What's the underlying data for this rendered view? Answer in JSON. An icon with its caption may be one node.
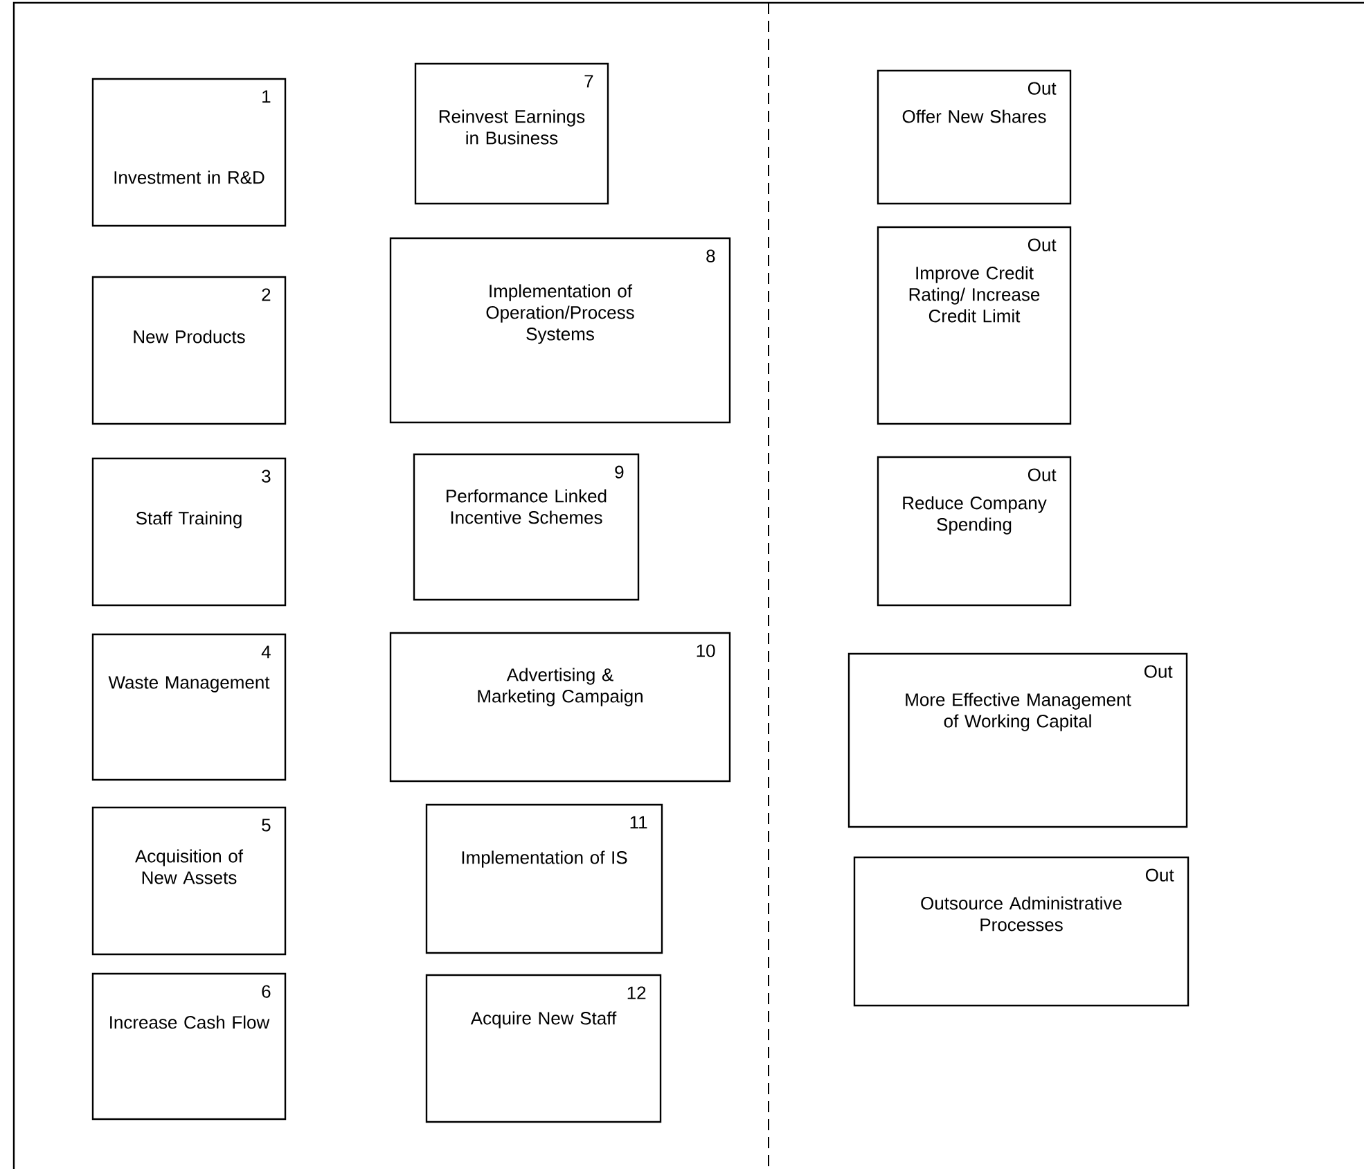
{
  "diagram": {
    "nodes": [
      {
        "text": [
          "1",
          "Investment in R&D"
        ]
      },
      {
        "text": [
          "2",
          "New Products"
        ]
      },
      {
        "text": [
          "3",
          "Staff Training"
        ]
      },
      {
        "text": [
          "4",
          "Waste Management"
        ]
      },
      {
        "text": [
          "5",
          "Acquisition of New Assets"
        ]
      },
      {
        "text": [
          "6",
          "Increase Cash Flow"
        ]
      },
      {
        "text": [
          "7",
          "Reinvest Earnings in Business"
        ]
      },
      {
        "text": [
          "8",
          "Implementation of Operation/Process Systems"
        ]
      },
      {
        "text": [
          "9",
          "Performance Linked Incentive Schemes"
        ]
      },
      {
        "text": [
          "10",
          "Advertising & Marketing Campaign"
        ]
      },
      {
        "text": [
          "11",
          "Implementation of IS"
        ]
      },
      {
        "text": [
          "12",
          "Acquire New Staff"
        ]
      },
      {
        "text": [
          "Out",
          "Offer New Shares"
        ]
      },
      {
        "text": [
          "Out",
          "Improve Credit Rating/ Increase Credit Limit"
        ]
      },
      {
        "text": [
          "Out",
          "Reduce Company Spending"
        ]
      },
      {
        "text": [
          "Out",
          "More Effective Management of Working Capital"
        ]
      },
      {
        "text": [
          "Out",
          "Outsource Administrative Processes"
        ]
      }
    ]
  }
}
